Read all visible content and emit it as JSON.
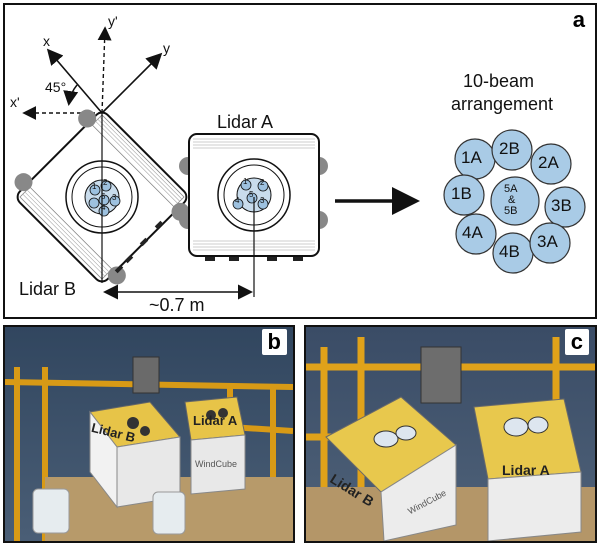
{
  "panel_a": {
    "letter": "a",
    "axes": {
      "x": "x",
      "y": "y",
      "x_prime": "x'",
      "y_prime": "y'",
      "angle": "45°"
    },
    "lidar_a_label": "Lidar A",
    "lidar_b_label": "Lidar B",
    "distance_label": "~0.7 m",
    "beam_title_line1": "10-beam",
    "beam_title_line2": "arrangement",
    "lidar_beams": [
      "1",
      "2",
      "3",
      "4",
      "5"
    ],
    "beams": {
      "b1A": "1A",
      "b2B": "2B",
      "b2A": "2A",
      "b1B": "1B",
      "b3B": "3B",
      "b4A": "4A",
      "b4B": "4B",
      "b3A": "3A",
      "center_top": "5A",
      "center_mid": "&",
      "center_bot": "5B"
    },
    "beam_fill": "#a9cbe6"
  },
  "panel_b": {
    "letter": "b",
    "lidar_a": "Lidar A",
    "lidar_b": "Lidar B",
    "brand": "WindCube"
  },
  "panel_c": {
    "letter": "c",
    "lidar_a": "Lidar A",
    "lidar_b": "Lidar B",
    "brand": "WindCube"
  }
}
